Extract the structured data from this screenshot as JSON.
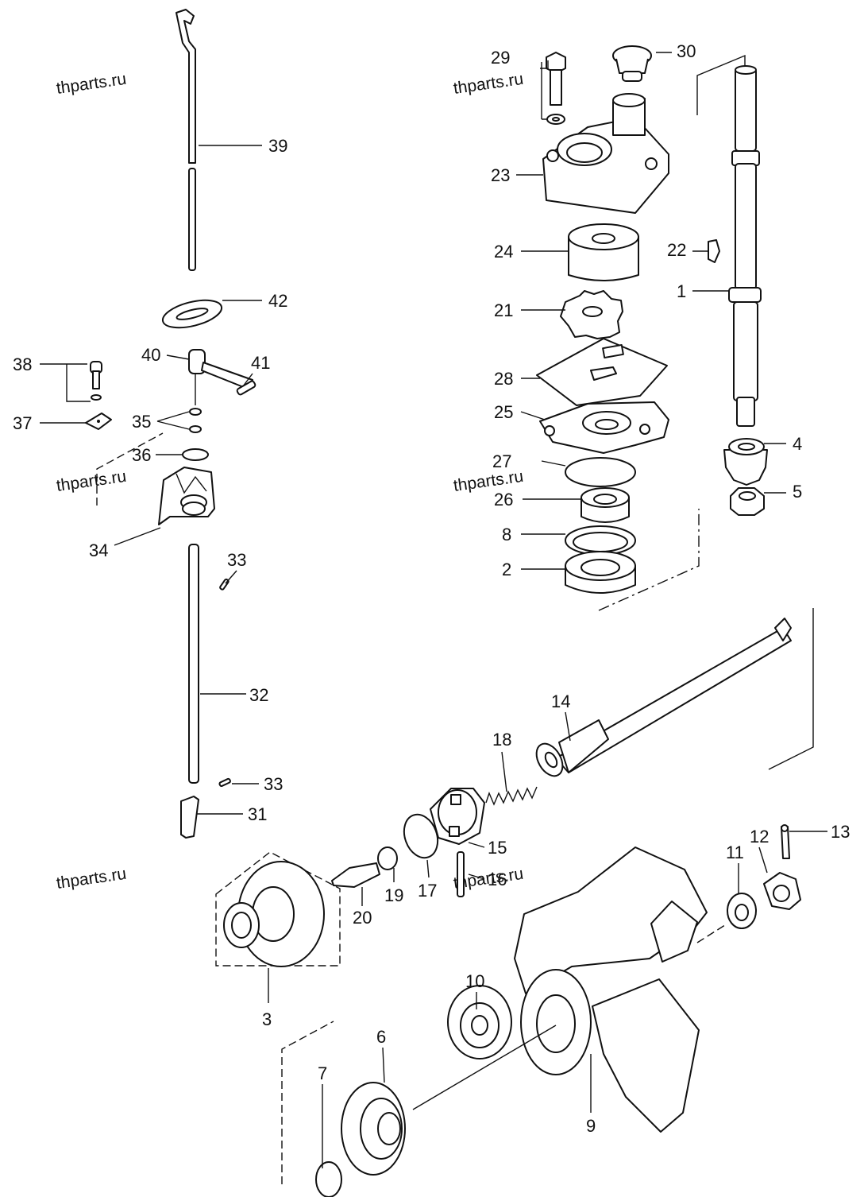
{
  "watermark": "thparts.ru",
  "callouts": [
    {
      "part": "1",
      "label": "1"
    },
    {
      "part": "2",
      "label": "2"
    },
    {
      "part": "3",
      "label": "3"
    },
    {
      "part": "4",
      "label": "4"
    },
    {
      "part": "5",
      "label": "5"
    },
    {
      "part": "6",
      "label": "6"
    },
    {
      "part": "7",
      "label": "7"
    },
    {
      "part": "8",
      "label": "8"
    },
    {
      "part": "9",
      "label": "9"
    },
    {
      "part": "10",
      "label": "10"
    },
    {
      "part": "11",
      "label": "11"
    },
    {
      "part": "12",
      "label": "12"
    },
    {
      "part": "13",
      "label": "13"
    },
    {
      "part": "14",
      "label": "14"
    },
    {
      "part": "15",
      "label": "15"
    },
    {
      "part": "16",
      "label": "16"
    },
    {
      "part": "17",
      "label": "17"
    },
    {
      "part": "18",
      "label": "18"
    },
    {
      "part": "19",
      "label": "19"
    },
    {
      "part": "20",
      "label": "20"
    },
    {
      "part": "21",
      "label": "21"
    },
    {
      "part": "22",
      "label": "22"
    },
    {
      "part": "23",
      "label": "23"
    },
    {
      "part": "24",
      "label": "24"
    },
    {
      "part": "25",
      "label": "25"
    },
    {
      "part": "26",
      "label": "26"
    },
    {
      "part": "27",
      "label": "27"
    },
    {
      "part": "28",
      "label": "28"
    },
    {
      "part": "29",
      "label": "29"
    },
    {
      "part": "30",
      "label": "30"
    },
    {
      "part": "31",
      "label": "31"
    },
    {
      "part": "32",
      "label": "32"
    },
    {
      "part": "33a",
      "label": "33"
    },
    {
      "part": "33b",
      "label": "33"
    },
    {
      "part": "34",
      "label": "34"
    },
    {
      "part": "35",
      "label": "35"
    },
    {
      "part": "36",
      "label": "36"
    },
    {
      "part": "37",
      "label": "37"
    },
    {
      "part": "38",
      "label": "38"
    },
    {
      "part": "39",
      "label": "39"
    },
    {
      "part": "40",
      "label": "40"
    },
    {
      "part": "41",
      "label": "41"
    },
    {
      "part": "42",
      "label": "42"
    }
  ]
}
